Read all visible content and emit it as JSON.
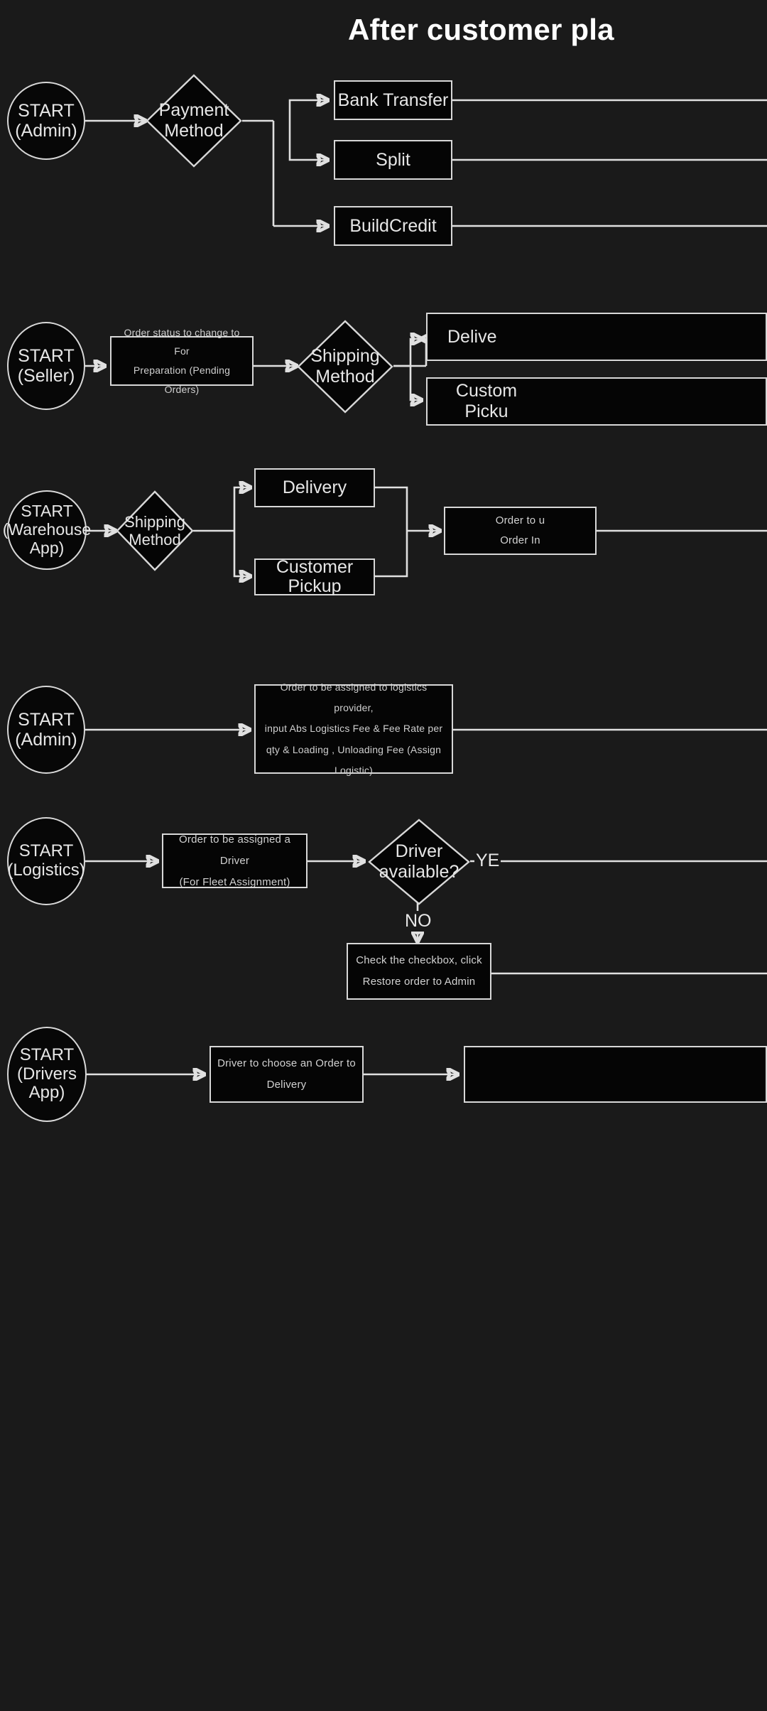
{
  "diagram": {
    "title": "After customer pla",
    "background_color": "#1a1a1a",
    "stroke_color": "#e0e0e0",
    "text_color": "#e6e6e6",
    "node_fill": "#050505"
  },
  "lanes": [
    {
      "id": "admin-payment",
      "start": "START\n(Admin)",
      "decision": "Payment\nMethod",
      "branches": [
        "Bank Transfer",
        "Split",
        "BuildCredit"
      ]
    },
    {
      "id": "seller",
      "start": "START\n(Seller)",
      "step": "Order status to change to For\nPreparation (Pending Orders)",
      "decision": "Shipping\nMethod",
      "branches": [
        "Delive",
        "Custom\nPicku"
      ]
    },
    {
      "id": "warehouse",
      "start": "START\n(Warehouse\nApp)",
      "decision": "Shipping\nMethod",
      "branches": [
        "Delivery",
        "Customer\nPickup"
      ],
      "merge": "Order to u\nOrder In"
    },
    {
      "id": "admin-logistics",
      "start": "START\n(Admin)",
      "step": "Order to be assigned to logistics provider,\ninput Abs Logistics Fee & Fee Rate per\nqty & Loading , Unloading Fee (Assign\nLogistic)"
    },
    {
      "id": "logistics",
      "start": "START\n(Logistics)",
      "step": "Order to be assigned a Driver\n(For Fleet Assignment)",
      "decision": "Driver\navailable?",
      "yes_label": "YE",
      "no_label": "NO",
      "no_step": "Check the checkbox, click\nRestore order to Admin"
    },
    {
      "id": "drivers",
      "start": "START\n(Drivers\nApp)",
      "step": "Driver to choose an Order to\nDelivery"
    }
  ],
  "nodes": {
    "start_admin_1": "START\n(Admin)",
    "payment_method": "Payment\nMethod",
    "bank_transfer": "Bank Transfer",
    "split": "Split",
    "build_credit": "BuildCredit",
    "start_seller": "START\n(Seller)",
    "seller_step": "Order status to change to For\nPreparation (Pending Orders)",
    "shipping_method_seller": "Shipping\nMethod",
    "delivery_seller": "Delive",
    "pickup_seller": "Custom\nPicku",
    "start_warehouse": "START\n(Warehouse\nApp)",
    "shipping_method_wh": "Shipping\nMethod",
    "delivery_wh": "Delivery",
    "pickup_wh": "Customer\nPickup",
    "order_update_wh": "Order to u\nOrder In",
    "start_admin_2": "START\n(Admin)",
    "assign_logistic": "Order to be assigned to logistics provider,\ninput Abs Logistics Fee & Fee Rate per\nqty & Loading , Unloading Fee (Assign\nLogistic)",
    "start_logistics": "START\n(Logistics)",
    "assign_driver": "Order to be assigned a Driver\n(For Fleet Assignment)",
    "driver_available": "Driver\navailable?",
    "yes_label": "YE",
    "no_label": "NO",
    "restore_order": "Check the checkbox, click\nRestore order to Admin",
    "start_drivers": "START\n(Drivers\nApp)",
    "driver_choose": "Driver to choose an Order to\nDelivery"
  }
}
